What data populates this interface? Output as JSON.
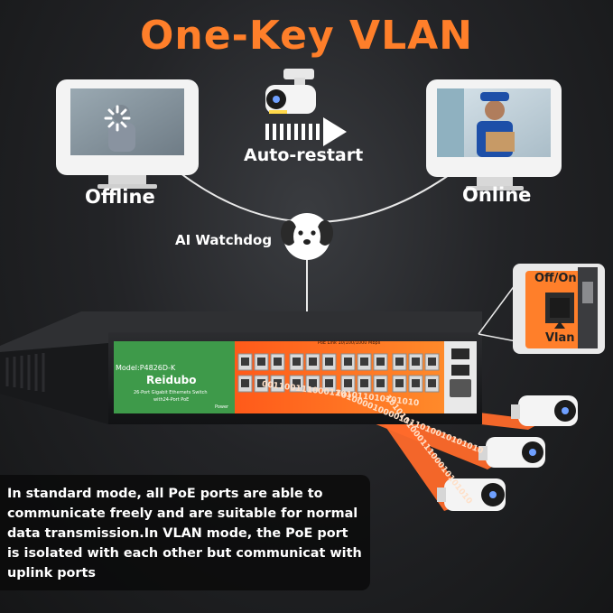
{
  "title": "One-Key VLAN",
  "labels": {
    "offline": "Offline",
    "online": "Online",
    "auto_restart": "Auto-restart",
    "watchdog": "AI Watchdog"
  },
  "callout": {
    "off_on": "Off/On",
    "vlan": "Vlan"
  },
  "device": {
    "model": "Model:P4826D-K",
    "brand": "Reidubo",
    "desc_line1": "26-Port Gigabit Ethernets Switch",
    "desc_line2": "with24-Port PoE",
    "power": "Power",
    "port_header": "PoE Link 10/100/1000 Mbps"
  },
  "streams": {
    "stream1": "0011001110001101011010101010",
    "stream2": "1010000100001111010010101010",
    "stream3": "101010100011100010101010"
  },
  "description": "In standard mode, all PoE ports are able to communicate freely and are suitable for normal data transmission.In VLAN mode, the PoE port is isolated with each other but communicat with uplink ports",
  "colors": {
    "accent": "#ff7f2a",
    "switch_green": "#3e9a4a",
    "background": "#1f2022"
  },
  "icons": [
    "monitor-icon",
    "camera-icon",
    "arrow-right-icon",
    "dog-icon",
    "toggle-switch-icon"
  ]
}
